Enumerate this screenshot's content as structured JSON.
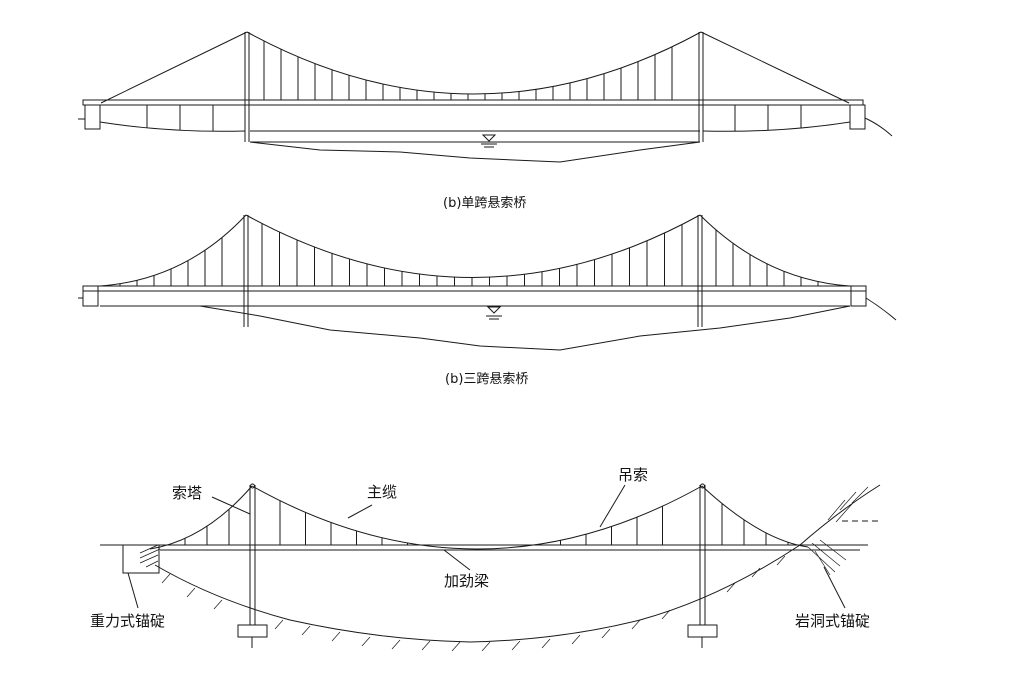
{
  "figure_a": {
    "caption": "(b)单跨悬索桥"
  },
  "figure_b": {
    "caption": "(b)三跨悬索桥"
  },
  "figure_c": {
    "labels": {
      "tower": "索塔",
      "main_cable": "主缆",
      "hanger": "吊索",
      "stiffening_girder": "加劲梁",
      "gravity_anchorage": "重力式锚碇",
      "tunnel_anchorage": "岩洞式锚碇"
    }
  },
  "colors": {
    "line": "#1a1a1a",
    "background": "#ffffff"
  }
}
